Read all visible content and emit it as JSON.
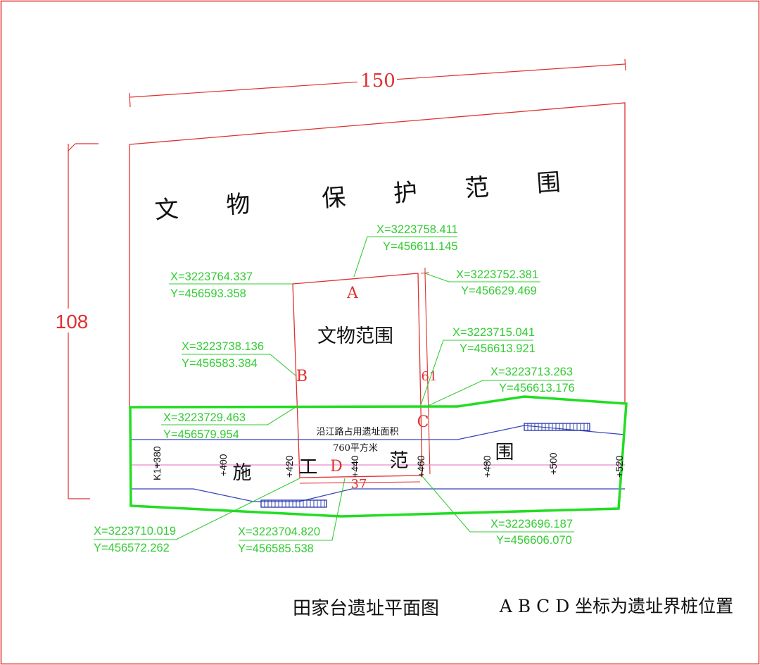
{
  "dimensions": {
    "width": "150",
    "height": "108",
    "segment_61": "61",
    "segment_37": "37"
  },
  "zones": {
    "protection_zone": "文　　物　　　保　　护　　范　　围",
    "relic_zone": "文物范围",
    "construction_zone": [
      "施",
      "工",
      "范",
      "围"
    ],
    "occupied_area_title": "沿江路占用遗址面积",
    "occupied_area_value": "760平方米"
  },
  "points": {
    "A": "A",
    "B": "B",
    "C": "C",
    "D": "D"
  },
  "stations": [
    "K1+380",
    "+400",
    "+420",
    "+440",
    "+460",
    "+480",
    "+500",
    "+520"
  ],
  "coordinates": [
    {
      "x": "X=3223758.411",
      "y": "Y=456611.145"
    },
    {
      "x": "X=3223764.337",
      "y": "Y=456593.358"
    },
    {
      "x": "X=3223752.381",
      "y": "Y=456629.469"
    },
    {
      "x": "X=3223738.136",
      "y": "Y=456583.384"
    },
    {
      "x": "X=3223715.041",
      "y": "Y=456613.921"
    },
    {
      "x": "X=3223713.263",
      "y": "Y=456613.176"
    },
    {
      "x": "X=3223729.463",
      "y": "Y=456579.954"
    },
    {
      "x": "X=3223710.019",
      "y": "Y=456572.262"
    },
    {
      "x": "X=3223704.820",
      "y": "Y=456585.538"
    },
    {
      "x": "X=3223696.187",
      "y": "Y=456606.070"
    }
  ],
  "captions": {
    "title": "田家台遗址平面图",
    "note": "A B C D 坐标为遗址界桩位置"
  },
  "colors": {
    "border": "#e03030",
    "protection_outline": "#e03030",
    "construction_outline": "#22dd22",
    "road_edge": "#3344bb",
    "leader_text": "#33cc33",
    "centerline": "#ee88cc"
  }
}
